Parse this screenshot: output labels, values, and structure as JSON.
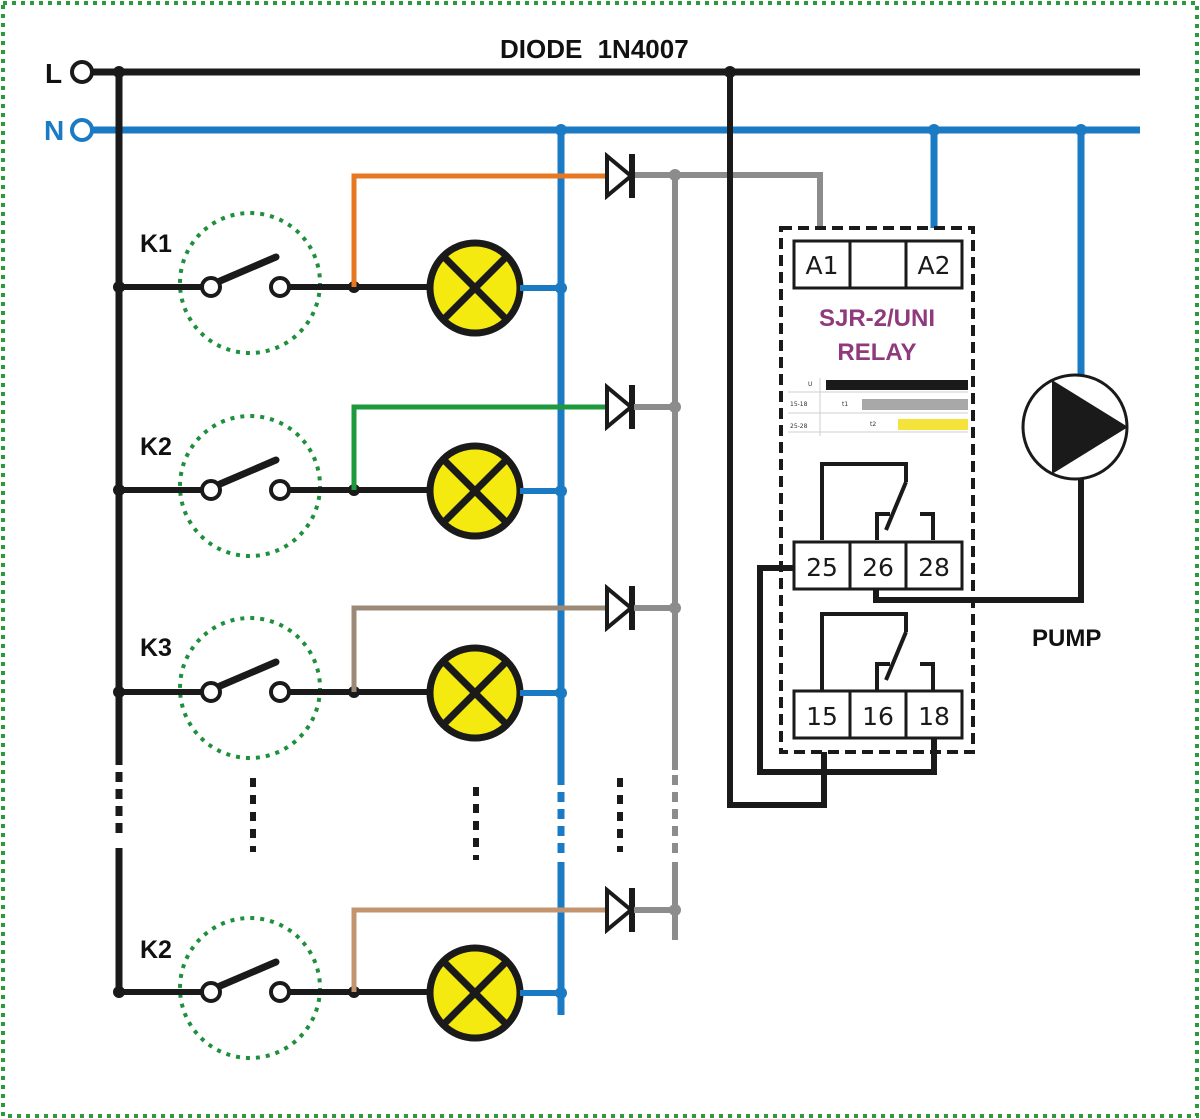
{
  "title": {
    "text1": "DIODE",
    "text2": "1N4007"
  },
  "lines": {
    "l_label": "L",
    "n_label": "N"
  },
  "switches": [
    {
      "label": "K1"
    },
    {
      "label": "K2"
    },
    {
      "label": "K3"
    },
    {
      "label": "K2"
    }
  ],
  "relay": {
    "name_line1": "SJR-2/UNI",
    "name_line2": "RELAY",
    "terminal_a1": "A1",
    "terminal_a2": "A2",
    "terminals_upper": [
      "25",
      "26",
      "28"
    ],
    "terminals_lower": [
      "15",
      "16",
      "18"
    ],
    "timing": {
      "row_u": "U",
      "row_15_18": "15-18",
      "row_25_28": "25-28",
      "t1": "t1",
      "t2": "t2"
    }
  },
  "pump": {
    "label": "PUMP"
  },
  "colors": {
    "phase": "#1a1a1a",
    "neutral": "#1a7ac4",
    "diode_bus": "#8c8c8c",
    "branch1": "#e87722",
    "branch2": "#1e9a3e",
    "branch3": "#9c8a78",
    "branch4": "#c29570",
    "lamp": "#f5ea0f",
    "relay_name": "#8e3a7c",
    "switch_outline": "#1e8f3c",
    "frame": "#2b9a3a"
  }
}
